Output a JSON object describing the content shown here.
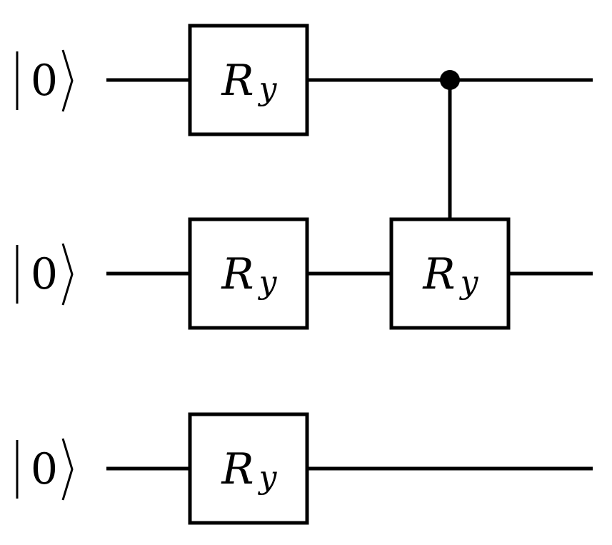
{
  "circuit": {
    "qubits": [
      {
        "initial_state": "0"
      },
      {
        "initial_state": "0"
      },
      {
        "initial_state": "0"
      }
    ],
    "gates": [
      {
        "qubit": 0,
        "column": 0,
        "symbol": "R",
        "subscript": "y"
      },
      {
        "qubit": 1,
        "column": 0,
        "symbol": "R",
        "subscript": "y"
      },
      {
        "qubit": 2,
        "column": 0,
        "symbol": "R",
        "subscript": "y"
      },
      {
        "qubit": 1,
        "column": 1,
        "symbol": "R",
        "subscript": "y",
        "control": 0
      }
    ]
  }
}
